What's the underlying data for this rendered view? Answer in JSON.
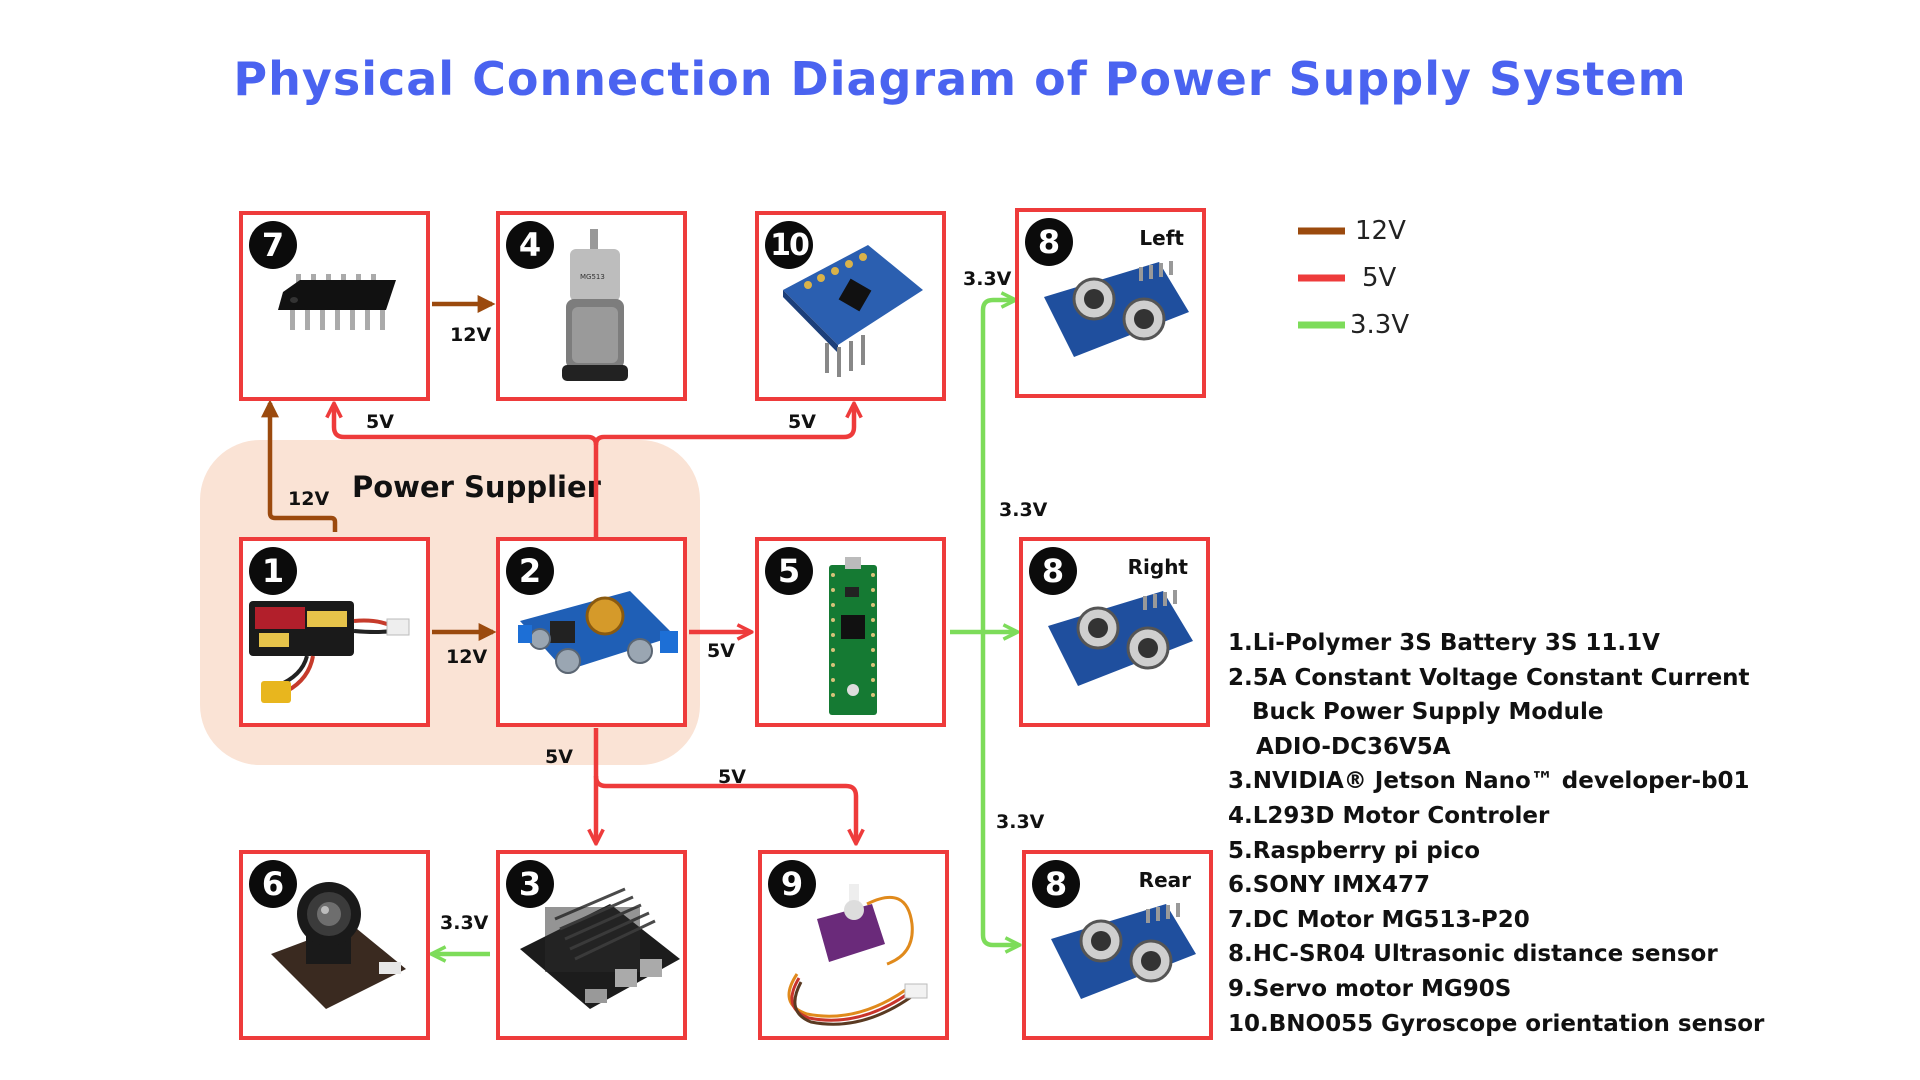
{
  "title": "Physical Connection Diagram of Power Supply System",
  "panel_label": "Power Supplier",
  "colors": {
    "v12": "#9b4a0e",
    "v5": "#ee3b3b",
    "v33": "#7ddc5a",
    "title": "#4a63f0",
    "panel": "#fae3d5"
  },
  "legend": [
    {
      "label": "12V",
      "color": "#9b4a0e"
    },
    {
      "label": "5V",
      "color": "#ee3b3b"
    },
    {
      "label": "3.3V",
      "color": "#7ddc5a"
    }
  ],
  "boxes": {
    "b7": {
      "num": "7"
    },
    "b4": {
      "num": "4"
    },
    "b10": {
      "num": "10"
    },
    "b8_left": {
      "num": "8",
      "tag": "Left"
    },
    "b1": {
      "num": "1"
    },
    "b2": {
      "num": "2"
    },
    "b5": {
      "num": "5"
    },
    "b8_right": {
      "num": "8",
      "tag": "Right"
    },
    "b6": {
      "num": "6"
    },
    "b3": {
      "num": "3"
    },
    "b9": {
      "num": "9"
    },
    "b8_rear": {
      "num": "8",
      "tag": "Rear"
    }
  },
  "wire_labels": {
    "w1": "12V",
    "w2": "5V",
    "w3": "5V",
    "w4": "12V",
    "w5": "12V",
    "w6": "5V",
    "w7": "5V",
    "w8": "5V",
    "w9": "3.3V",
    "w10": "3.3V",
    "w11": "3.3V",
    "w12": "3.3V"
  },
  "parts": [
    "1.Li-Polymer 3S Battery 3S 11.1V",
    "2.5A Constant Voltage Constant Current",
    "   Buck Power Supply Module",
    "    ADIO-DC36V5A",
    "3.NVIDIA® Jetson Nano™ developer-b01",
    "4.L293D Motor Controler",
    "5.Raspberry pi pico",
    "6.SONY IMX477",
    "7.DC Motor MG513-P20",
    "8.HC-SR04  Ultrasonic distance sensor",
    "9.Servo motor MG90S",
    "10.BNO055 Gyroscope orientation sensor"
  ]
}
